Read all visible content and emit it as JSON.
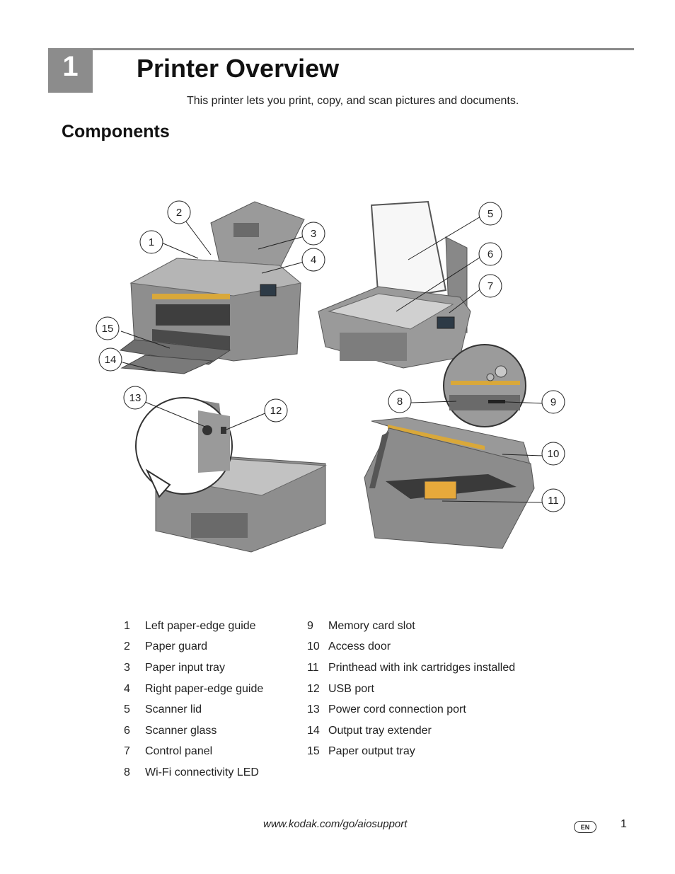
{
  "header": {
    "chapter_number": "1",
    "title": "Printer Overview",
    "intro": "This printer lets you print, copy, and scan pictures and documents."
  },
  "section": {
    "title": "Components"
  },
  "legend": {
    "left": [
      {
        "num": "1",
        "label": "Left paper-edge guide"
      },
      {
        "num": "2",
        "label": "Paper guard"
      },
      {
        "num": "3",
        "label": "Paper input tray"
      },
      {
        "num": "4",
        "label": "Right paper-edge guide"
      },
      {
        "num": "5",
        "label": "Scanner lid"
      },
      {
        "num": "6",
        "label": "Scanner glass"
      },
      {
        "num": "7",
        "label": "Control panel"
      },
      {
        "num": "8",
        "label": "Wi-Fi connectivity LED"
      }
    ],
    "right": [
      {
        "num": "9",
        "label": "Memory card slot"
      },
      {
        "num": "10",
        "label": "Access door"
      },
      {
        "num": "11",
        "label": "Printhead with ink cartridges installed"
      },
      {
        "num": "12",
        "label": "USB port"
      },
      {
        "num": "13",
        "label": "Power cord connection port"
      },
      {
        "num": "14",
        "label": "Output tray extender"
      },
      {
        "num": "15",
        "label": "Paper output tray"
      }
    ]
  },
  "callouts": [
    "1",
    "2",
    "3",
    "4",
    "5",
    "6",
    "7",
    "8",
    "9",
    "10",
    "11",
    "12",
    "13",
    "14",
    "15"
  ],
  "footer": {
    "url": "www.kodak.com/go/aiosupport",
    "lang": "EN",
    "page": "1"
  },
  "colors": {
    "chapter_box": "#8c8c8c",
    "rule": "#8a8a8a",
    "printer_body": "#8e8e8e",
    "printer_dark": "#5c5c5c",
    "accent_strip": "#d9a83a"
  }
}
